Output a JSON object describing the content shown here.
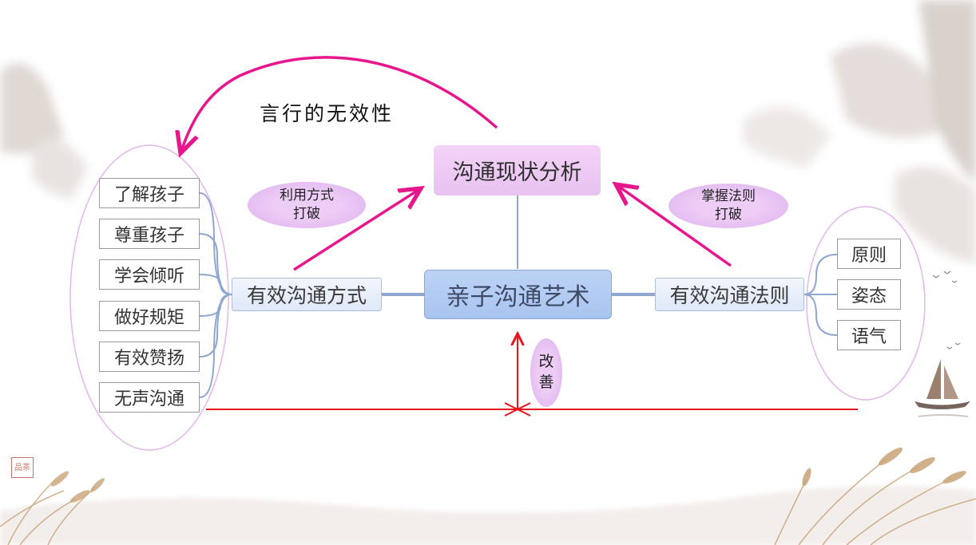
{
  "diagram": {
    "center": "亲子沟通艺术",
    "top": "沟通现状分析",
    "left_branch": "有效沟通方式",
    "right_branch": "有效沟通法则",
    "left_leaves": [
      "了解孩子",
      "尊重孩子",
      "学会倾听",
      "做好规矩",
      "有效赞扬",
      "无声沟通"
    ],
    "right_leaves": [
      "原则",
      "姿态",
      "语气"
    ],
    "arc_label": "言行的无效性",
    "left_pill": {
      "line1": "利用方式",
      "line2": "打破"
    },
    "right_pill": {
      "line1": "掌握法则",
      "line2": "打破"
    },
    "bottom_pill": {
      "line1": "改",
      "line2": "善"
    },
    "seal_text": "品茶"
  },
  "colors": {
    "magenta_arrow": "#e8168c",
    "red_arrow": "#e8141c",
    "connector": "#8fa6d2",
    "ellipse_border": "#e3b6ec"
  }
}
